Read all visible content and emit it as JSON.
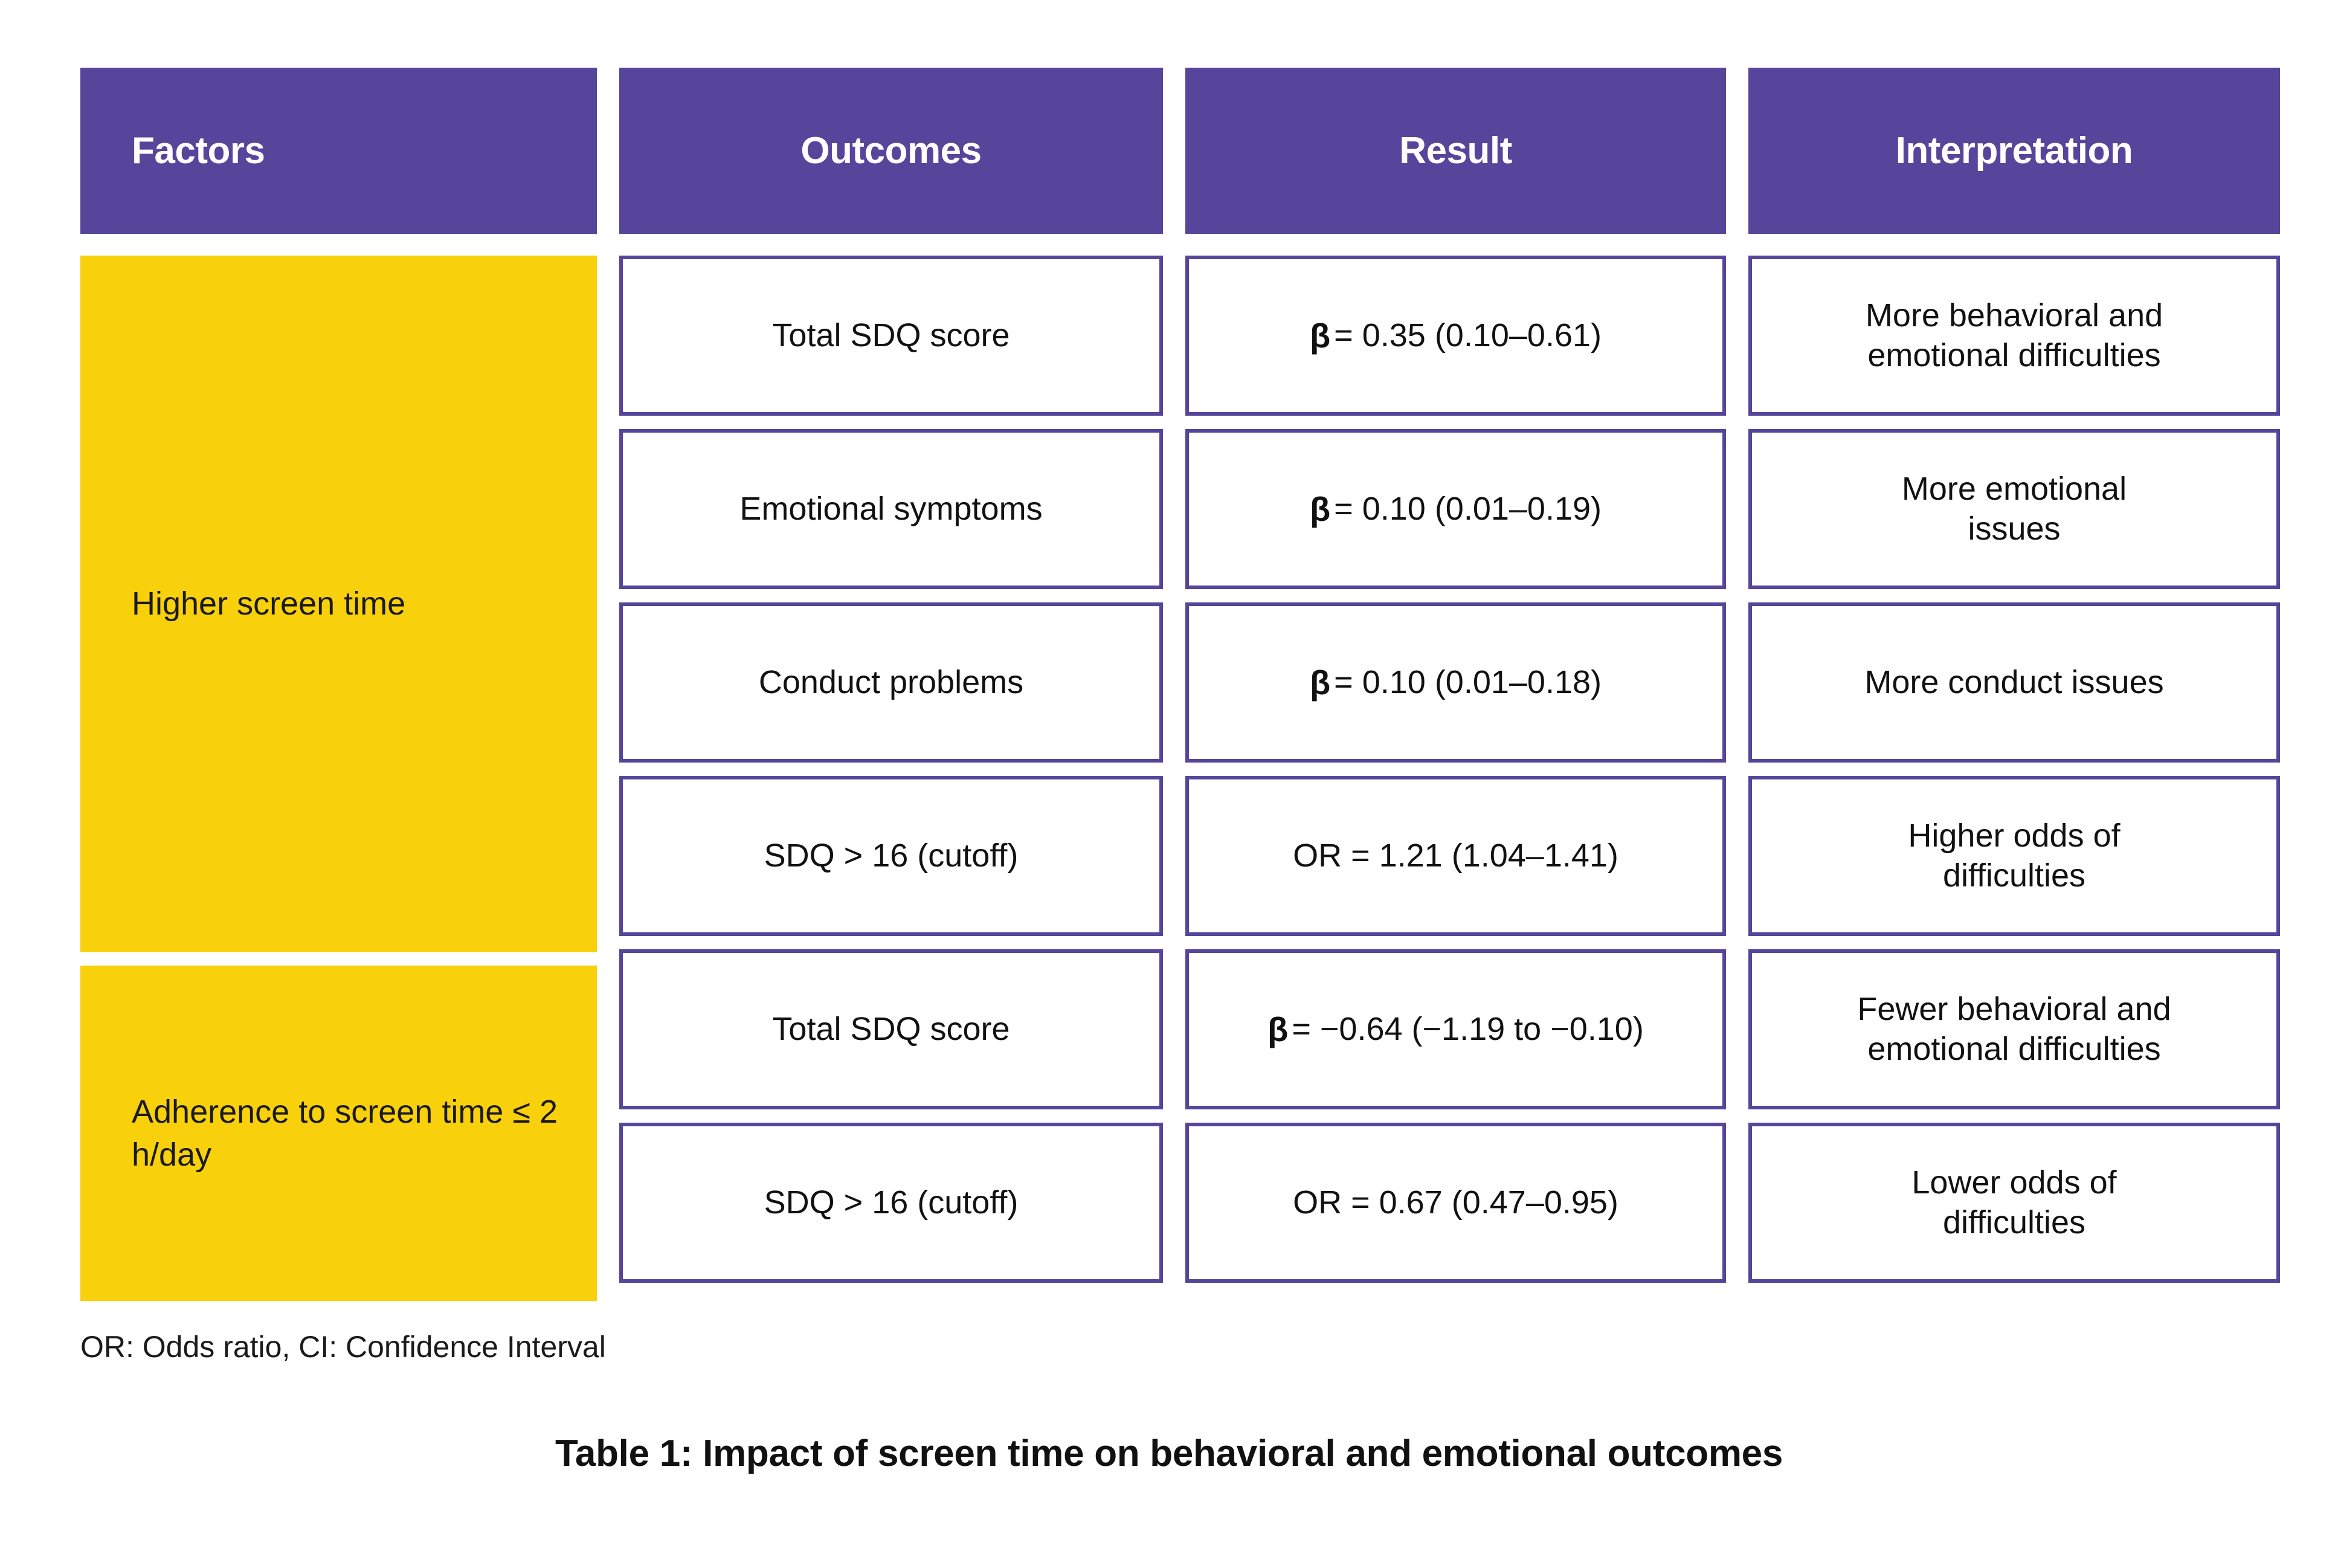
{
  "colors": {
    "header_purple": "#55459B",
    "factor_yellow": "#F8D00C",
    "cell_border": "#55459B",
    "text_dark": "#111111",
    "header_text": "#FFFFFF"
  },
  "table": {
    "headers": {
      "factors": "Factors",
      "outcomes": "Outcomes",
      "result": "Result",
      "interpretation": "Interpretation"
    },
    "factor_groups": [
      {
        "label": "Higher screen time",
        "rowspan": 4
      },
      {
        "label": "Adherence to screen time ≤ 2 h/day",
        "rowspan": 2
      }
    ],
    "rows": [
      {
        "outcome": "Total SDQ score",
        "result_symbol": "β",
        "result_value": "= 0.35 (0.10–0.61)",
        "interpretation_line1": "More behavioral and",
        "interpretation_line2": "emotional difficulties"
      },
      {
        "outcome": "Emotional symptoms",
        "result_symbol": "β",
        "result_value": "= 0.10 (0.01–0.19)",
        "interpretation_line1": "More emotional",
        "interpretation_line2": "issues"
      },
      {
        "outcome": "Conduct problems",
        "result_symbol": "β",
        "result_value": "= 0.10 (0.01–0.18)",
        "interpretation_line1": "More conduct issues",
        "interpretation_line2": ""
      },
      {
        "outcome": "SDQ > 16 (cutoff)",
        "result_symbol": "",
        "result_value": "OR = 1.21 (1.04–1.41)",
        "interpretation_line1": "Higher odds of",
        "interpretation_line2": "difficulties"
      },
      {
        "outcome": "Total SDQ score",
        "result_symbol": "β",
        "result_value": "= −0.64 (−1.19 to −0.10)",
        "interpretation_line1": "Fewer behavioral and",
        "interpretation_line2": "emotional difficulties"
      },
      {
        "outcome": "SDQ > 16 (cutoff)",
        "result_symbol": "",
        "result_value": "OR = 0.67 (0.47–0.95)",
        "interpretation_line1": "Lower odds of",
        "interpretation_line2": "difficulties"
      }
    ]
  },
  "footnote": "OR: Odds ratio, CI: Confidence Interval",
  "caption": "Table 1: Impact of screen time on behavioral and emotional outcomes"
}
